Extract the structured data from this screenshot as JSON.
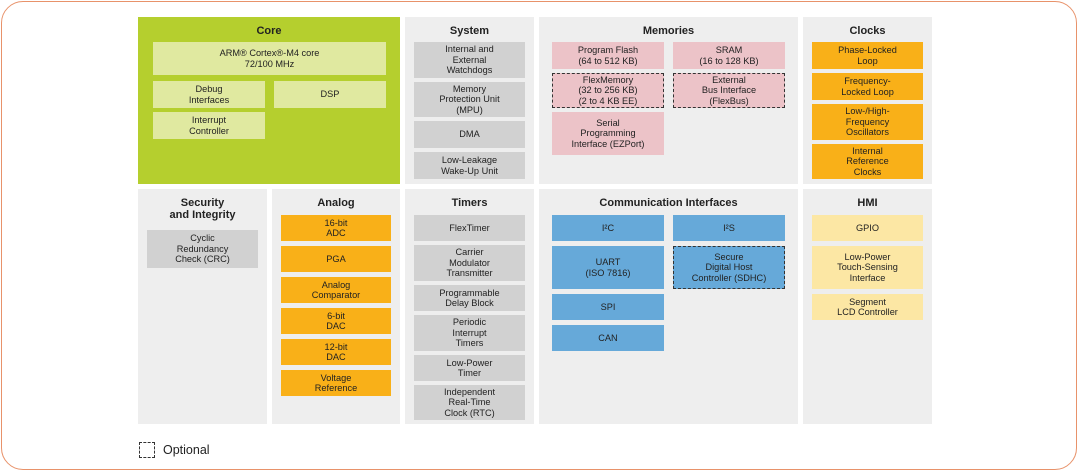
{
  "panels": {
    "core": {
      "title": "Core",
      "items": [
        "ARM® Cortex®-M4 core\n72/100 MHz",
        "Debug\nInterfaces",
        "DSP",
        "Interrupt\nController"
      ]
    },
    "system": {
      "title": "System",
      "items": [
        "Internal and\nExternal\nWatchdogs",
        "Memory\nProtection Unit\n(MPU)",
        "DMA",
        "Low-Leakage\nWake-Up Unit"
      ]
    },
    "memories": {
      "title": "Memories",
      "items": [
        "Program Flash\n(64 to 512 KB)",
        "SRAM\n(16 to 128 KB)",
        "FlexMemory\n(32 to 256 KB)\n(2 to 4 KB EE)",
        "External\nBus Interface\n(FlexBus)",
        "Serial\nProgramming\nInterface (EZPort)"
      ]
    },
    "clocks": {
      "title": "Clocks",
      "items": [
        "Phase-Locked\nLoop",
        "Frequency-\nLocked Loop",
        "Low-/High-\nFrequency\nOscillators",
        "Internal\nReference\nClocks"
      ]
    },
    "security": {
      "title": "Security\nand Integrity",
      "items": [
        "Cyclic\nRedundancy\nCheck (CRC)"
      ]
    },
    "analog": {
      "title": "Analog",
      "items": [
        "16-bit\nADC",
        "PGA",
        "Analog\nComparator",
        "6-bit\nDAC",
        "12-bit\nDAC",
        "Voltage\nReference"
      ]
    },
    "timers": {
      "title": "Timers",
      "items": [
        "FlexTimer",
        "Carrier\nModulator\nTransmitter",
        "Programmable\nDelay Block",
        "Periodic\nInterrupt\nTimers",
        "Low-Power\nTimer",
        "Independent\nReal-Time\nClock (RTC)"
      ]
    },
    "comm": {
      "title": "Communication Interfaces",
      "items": [
        "I²C",
        "I²S",
        "UART\n(ISO 7816)",
        "Secure\nDigital Host\nController (SDHC)",
        "SPI",
        "CAN"
      ]
    },
    "hmi": {
      "title": "HMI",
      "items": [
        "GPIO",
        "Low-Power\nTouch-Sensing\nInterface",
        "Segment\nLCD Controller"
      ]
    }
  },
  "legend": {
    "label": "Optional"
  },
  "colors": {
    "core_panel": "#b5cf2e",
    "light_green": "#e0e9a0",
    "gray_block": "#d1d1d1",
    "pink_block": "#ecc3c8",
    "orange_block": "#f9b018",
    "blue_block": "#66a9d9",
    "yellow_block": "#fce7a4",
    "frame_border": "#e8926a"
  }
}
